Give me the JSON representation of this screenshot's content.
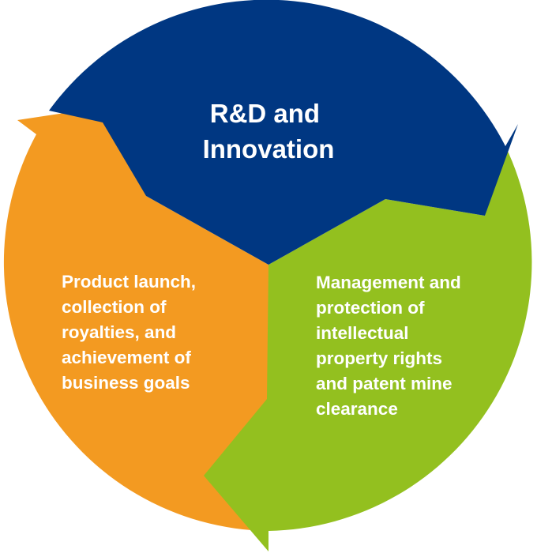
{
  "diagram": {
    "segments": [
      {
        "key": "rnd",
        "color": "#003782",
        "lines": [
          "R&D and",
          "Innovation"
        ]
      },
      {
        "key": "ip",
        "color": "#93c01f",
        "lines": [
          "Management and",
          "protection of",
          "intellectual",
          "property rights",
          "and patent mine",
          "clearance"
        ]
      },
      {
        "key": "launch",
        "color": "#f39a21",
        "lines": [
          "Product launch,",
          "collection of",
          "royalties, and",
          "achievement of",
          "business goals"
        ]
      }
    ]
  }
}
